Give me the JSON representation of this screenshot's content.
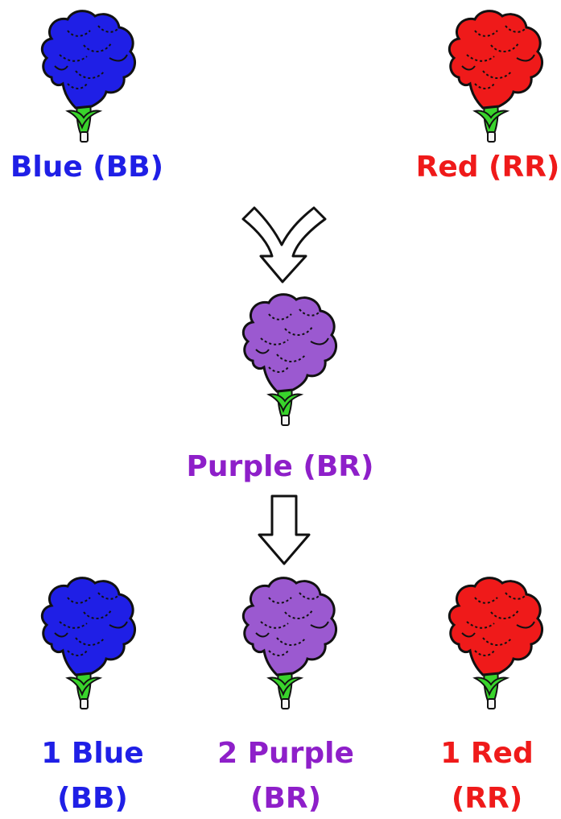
{
  "colors": {
    "blue": "#1f1fe6",
    "red": "#ef1a1a",
    "purple": "#9b59d0",
    "purple_text": "#8e1fc9",
    "stem": "#39d42c",
    "outline": "#111111"
  },
  "parents": {
    "blue": {
      "label": "Blue (BB)",
      "color": "blue"
    },
    "red": {
      "label": "Red (RR)",
      "color": "red"
    }
  },
  "f1": {
    "label": "Purple (BR)",
    "color": "purple"
  },
  "f2": [
    {
      "line1": "1 Blue",
      "line2": "(BB)",
      "color": "blue"
    },
    {
      "line1": "2 Purple",
      "line2": "(BR)",
      "color": "purple"
    },
    {
      "line1": "1 Red",
      "line2": "(RR)",
      "color": "red"
    }
  ],
  "icons": [
    "flower-icon",
    "merge-arrow-icon",
    "down-arrow-icon"
  ]
}
